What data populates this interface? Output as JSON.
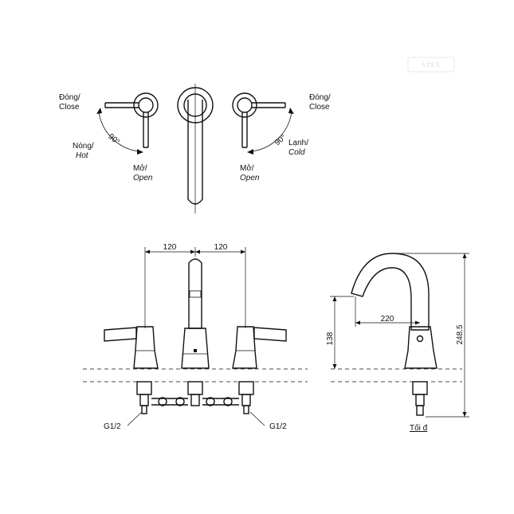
{
  "watermark": "APEX",
  "top_view": {
    "left_handle": {
      "close_vi": "Đóng/",
      "close_en": "Close",
      "hot_vi": "Nóng/",
      "hot_en": "Hot",
      "angle": "90°",
      "open_vi": "Mở/",
      "open_en": "Open"
    },
    "right_handle": {
      "close_vi": "Đóng/",
      "close_en": "Close",
      "cold_vi": "Lạnh/",
      "cold_en": "Cold",
      "angle": "90°",
      "open_vi": "Mở/",
      "open_en": "Open"
    }
  },
  "front_view": {
    "dim_left": "120",
    "dim_right": "120",
    "thread_left": "G1/2",
    "thread_right": "G1/2"
  },
  "side_view": {
    "dim_reach": "220",
    "dim_spout_height": "138",
    "dim_total_height": "248.5",
    "note": "Tối đ"
  }
}
